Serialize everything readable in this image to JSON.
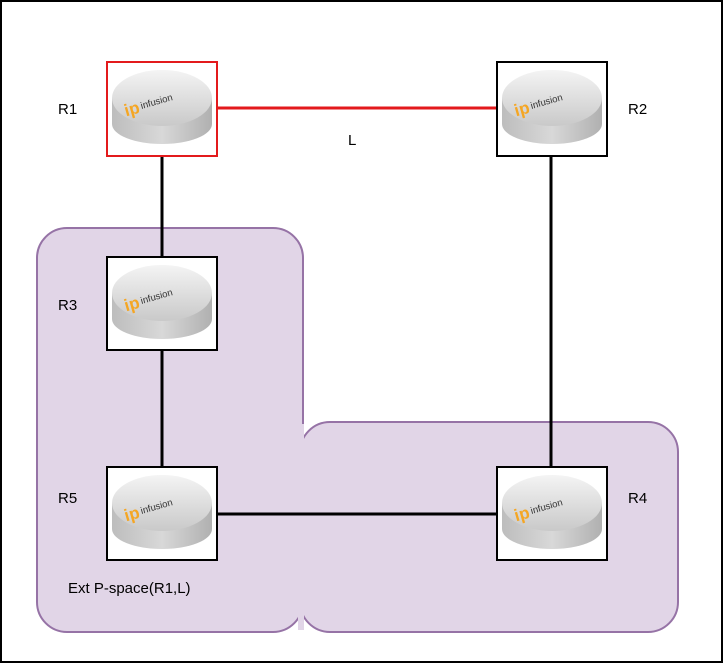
{
  "colors": {
    "region_fill": "#e1d5e7",
    "region_stroke": "#9673a6",
    "highlight": "#e31a1c",
    "link": "#000000",
    "node_border": "#000000",
    "logo_orange": "#f5a623"
  },
  "routers": [
    {
      "id": "R1",
      "label": "R1",
      "logo_mark": "ip",
      "logo_text": "infusion",
      "highlighted": true
    },
    {
      "id": "R2",
      "label": "R2",
      "logo_mark": "ip",
      "logo_text": "infusion",
      "highlighted": false
    },
    {
      "id": "R3",
      "label": "R3",
      "logo_mark": "ip",
      "logo_text": "infusion",
      "highlighted": false
    },
    {
      "id": "R4",
      "label": "R4",
      "logo_mark": "ip",
      "logo_text": "infusion",
      "highlighted": false
    },
    {
      "id": "R5",
      "label": "R5",
      "logo_mark": "ip",
      "logo_text": "infusion",
      "highlighted": false
    }
  ],
  "links": [
    {
      "from": "R1",
      "to": "R2",
      "label": "L",
      "highlighted": true
    },
    {
      "from": "R1",
      "to": "R3",
      "label": "",
      "highlighted": false
    },
    {
      "from": "R3",
      "to": "R5",
      "label": "",
      "highlighted": false
    },
    {
      "from": "R5",
      "to": "R4",
      "label": "",
      "highlighted": false
    },
    {
      "from": "R2",
      "to": "R4",
      "label": "",
      "highlighted": false
    }
  ],
  "region": {
    "label": "Ext P-space(R1,L)",
    "members": [
      "R3",
      "R5",
      "R4"
    ]
  }
}
